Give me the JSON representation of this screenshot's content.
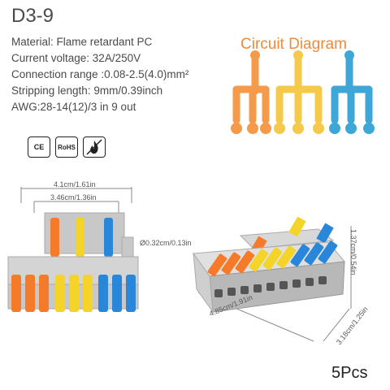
{
  "model": "D3-9",
  "specs": [
    "Material: Flame retardant PC",
    "Current voltage: 32A/250V",
    "Connection range :0.08-2.5(4.0)mm²",
    "Stripping length: 9mm/0.39inch",
    "AWG:28-14(12)/3 in 9 out"
  ],
  "diagram": {
    "title": "Circuit Diagram",
    "colors": [
      "#f59a4a",
      "#f5c94a",
      "#3fa6d8"
    ]
  },
  "certifications": [
    "CE",
    "RoHS",
    "flame-icon"
  ],
  "dimensions": {
    "front_width_outer": "4.1cm/1.61in",
    "front_width_inner": "3.46cm/1.36in",
    "hole_diameter": "Ø0.32cm/0.13in",
    "length": "4.85cm/1.91in",
    "depth": "3.18cm/1.25in",
    "height": "1.37cm/0.54in"
  },
  "quantity": "5Pcs",
  "lever_colors": {
    "orange": "#f57a2a",
    "yellow": "#f5d42a",
    "blue": "#2a86d8",
    "housing": "#d4d4d4"
  }
}
